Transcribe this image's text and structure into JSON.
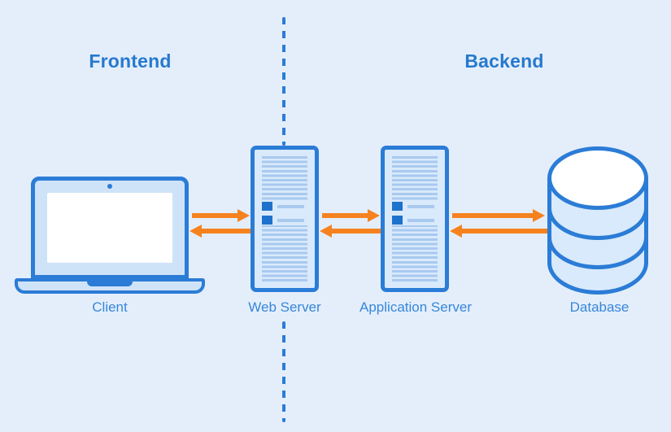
{
  "sections": [
    {
      "label": "Frontend"
    },
    {
      "label": "Backend"
    }
  ],
  "nodes": [
    {
      "label": "Client",
      "icon": "laptop-icon"
    },
    {
      "label": "Web Server",
      "icon": "server-icon"
    },
    {
      "label": "Application Server",
      "icon": "server-icon"
    },
    {
      "label": "Database",
      "icon": "database-icon"
    }
  ],
  "connections": [
    {
      "from": "Client",
      "to": "Web Server",
      "bidirectional": true
    },
    {
      "from": "Web Server",
      "to": "Application Server",
      "bidirectional": true
    },
    {
      "from": "Application Server",
      "to": "Database",
      "bidirectional": true
    }
  ],
  "colors": {
    "background": "#e4eefb",
    "stroke_blue": "#2b7cd6",
    "fill_light_blue": "#d9eafc",
    "stripe_blue": "#a9c9ef",
    "accent_dark_blue": "#1f72cc",
    "arrow_orange": "#f5821f",
    "heading_text": "#2679ce",
    "label_text": "#3787d9"
  }
}
